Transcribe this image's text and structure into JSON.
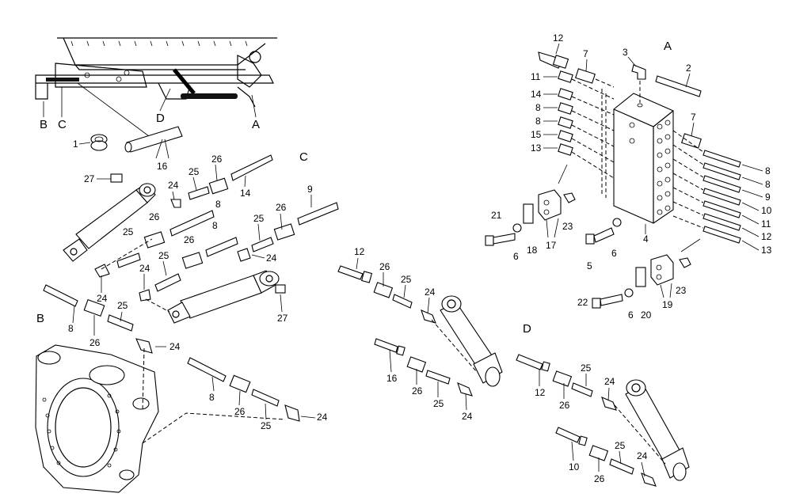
{
  "sections": {
    "A": "A",
    "B": "B",
    "C": "C",
    "D": "D"
  },
  "overview": {
    "B": "B",
    "C": "C",
    "D": "D",
    "A": "A",
    "p1": "1",
    "p16": "16"
  },
  "blockA": {
    "p12": "12",
    "p7a": "7",
    "p3": "3",
    "p2": "2",
    "p11": "11",
    "p14": "14",
    "p8a": "8",
    "p8b": "8",
    "p15": "15",
    "p13": "13",
    "p7b": "7",
    "r8a": "8",
    "r8b": "8",
    "r9": "9",
    "r10": "10",
    "r11": "11",
    "r12": "12",
    "r13": "13",
    "p21": "21",
    "p6a": "6",
    "p18": "18",
    "p17": "17",
    "p23a": "23",
    "p5": "5",
    "p6b": "6",
    "p4": "4",
    "p22": "22",
    "p6c": "6",
    "p20": "20",
    "p19": "19",
    "p23b": "23"
  },
  "sectionC": {
    "p27a": "27",
    "p24a": "24",
    "p25a": "25",
    "p26a": "26",
    "p14": "14",
    "p26b": "26",
    "p8a": "8",
    "p25b": "25",
    "p26c": "26",
    "p8b": "8",
    "p24b": "24",
    "p25c": "25",
    "p24c": "24",
    "p27b": "27",
    "p25d": "25",
    "p26d": "26",
    "p9": "9",
    "p24d": "24"
  },
  "sectionB": {
    "p8a": "8",
    "p26a": "26",
    "p25a": "25",
    "p24a": "24",
    "p8b": "8",
    "p26b": "26",
    "p25b": "25",
    "p24b": "24"
  },
  "middle": {
    "p12": "12",
    "p26a": "26",
    "p25a": "25",
    "p24a": "24",
    "p16": "16",
    "p26b": "26",
    "p25b": "25",
    "p24b": "24"
  },
  "sectionD": {
    "p12": "12",
    "p26a": "26",
    "p25a": "25",
    "p24a": "24",
    "p10": "10",
    "p26b": "26",
    "p25b": "25",
    "p24b": "24"
  }
}
